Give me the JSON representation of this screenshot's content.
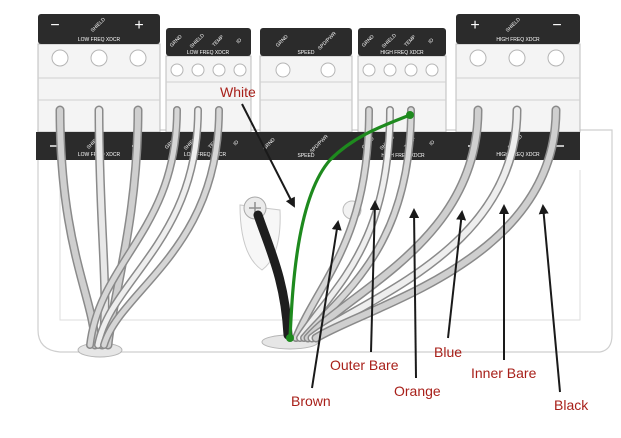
{
  "terminal_blocks": [
    {
      "plus": "+",
      "minus": "−",
      "pins": [
        "SHIELD"
      ],
      "caption": "LOW FREQ XDCR"
    },
    {
      "pins": [
        "GRND",
        "SHIELD",
        "TEMP",
        "ID"
      ],
      "caption": "LOW FREQ XDCR"
    },
    {
      "pins": [
        "GRND",
        "SPD/PWR"
      ],
      "caption": "SPEED"
    },
    {
      "pins": [
        "GRND",
        "SHIELD",
        "TEMP",
        "ID"
      ],
      "caption": "HIGH FREQ XDCR"
    },
    {
      "plus": "+",
      "minus": "−",
      "pins": [
        "SHIELD"
      ],
      "caption": "HIGH FREQ XDCR"
    }
  ],
  "lower_strip": {
    "labels": [
      "SHIELD",
      "LOW FREQ XDCR",
      "GRND",
      "SHIELD",
      "TEMP",
      "ID",
      "LOW FREQ XDCR",
      "GRND",
      "SPD/PWR",
      "SPEED",
      "GRND",
      "SHIELD",
      "TEMP",
      "ID",
      "HIGH FREQ XDCR",
      "SHIELD",
      "HIGH FREQ XDCR"
    ]
  },
  "callouts": {
    "white": "White",
    "brown": "Brown",
    "outer_bare": "Outer Bare",
    "orange": "Orange",
    "blue": "Blue",
    "inner_bare": "Inner Bare",
    "black": "Black"
  },
  "colors": {
    "callout_text": "#a8201a",
    "green_wire": "#1e8a1e",
    "label_bar": "#2b2b2b"
  }
}
